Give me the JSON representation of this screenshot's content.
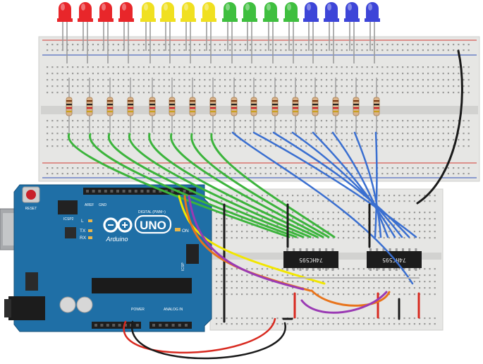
{
  "arduino": {
    "brand": "Arduino",
    "model": "UNO",
    "reset_label": "RESET",
    "icsp2_label": "ICSP2",
    "icsp_label": "ICSP",
    "digital_label": "DIGITAL (PWM~)",
    "power_label": "POWER",
    "analog_label": "ANALOG IN",
    "led_l": "L",
    "led_tx": "TX",
    "led_rx": "RX",
    "on_label": "ON",
    "aref_label": "AREF",
    "gnd_label": "GND"
  },
  "chips": [
    {
      "label": "74HC595"
    },
    {
      "label": "74HC595"
    }
  ],
  "leds": [
    {
      "color": "#e8262a"
    },
    {
      "color": "#e8262a"
    },
    {
      "color": "#e8262a"
    },
    {
      "color": "#e8262a"
    },
    {
      "color": "#f0e020"
    },
    {
      "color": "#f0e020"
    },
    {
      "color": "#f0e020"
    },
    {
      "color": "#f0e020"
    },
    {
      "color": "#3fbf3f"
    },
    {
      "color": "#3fbf3f"
    },
    {
      "color": "#3fbf3f"
    },
    {
      "color": "#3fbf3f"
    },
    {
      "color": "#3d45d8"
    },
    {
      "color": "#3d45d8"
    },
    {
      "color": "#3d45d8"
    },
    {
      "color": "#3d45d8"
    }
  ],
  "colors": {
    "board": "#1f6fa6",
    "breadboard": "#e8e8e6",
    "wire_green": "#3cb43c",
    "wire_blue": "#3a6fd0",
    "wire_red": "#d82a20",
    "wire_black": "#1a1a1a",
    "wire_yellow": "#f2e600",
    "wire_orange": "#e8741c",
    "wire_purple": "#9a3ab4"
  }
}
